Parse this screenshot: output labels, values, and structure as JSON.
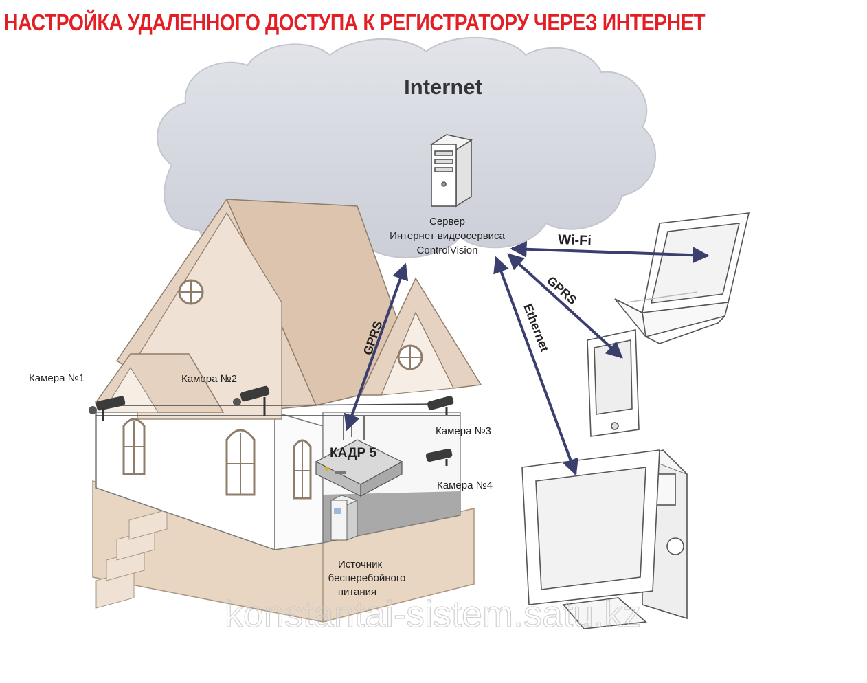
{
  "title": "НАСТРОЙКА УДАЛЕННОГО ДОСТУПА К РЕГИСТРАТОРУ ЧЕРЕЗ ИНТЕРНЕТ",
  "cloud_label": "Internet",
  "server": {
    "line1": "Сервер",
    "line2": "Интернет видеосервиса",
    "line3": "ControlVision"
  },
  "links": {
    "wifi": "Wi-Fi",
    "gprs_phone": "GPRS",
    "ethernet": "Ethernet",
    "gprs_house": "GPRS"
  },
  "cameras": {
    "cam1": "Камера №1",
    "cam2": "Камера №2",
    "cam3": "Камера №3",
    "cam4": "Камера №4"
  },
  "recorder_label": "КАДР 5",
  "ups": {
    "line1": "Источник",
    "line2": "бесперебойного",
    "line3": "питания"
  },
  "watermark": "konstantai-sistem.satu.kz",
  "colors": {
    "title": "#e31e24",
    "cloud": "#d7d9e1",
    "roof": "#e6d2c0",
    "link_arrow": "#3a3f6e"
  }
}
